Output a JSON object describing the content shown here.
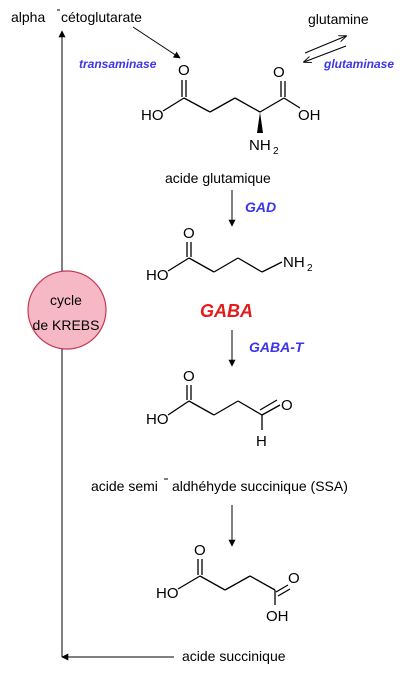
{
  "labels": {
    "alpha_ketoglutarate_main": "alpha",
    "alpha_ketoglutarate_rest": "cétoglutarate",
    "glutamine": "glutamine",
    "transaminase": "transaminase",
    "glutaminase": "glutaminase",
    "glutamic_acid": "acide glutamique",
    "gad": "GAD",
    "gaba": "GABA",
    "gaba_t": "GABA-T",
    "ssa_part1": "acide semi",
    "ssa_part2": "aldhéhyde succinique (SSA)",
    "succinic_acid": "acide succinique",
    "krebs_line1": "cycle",
    "krebs_line2": "de KREBS"
  },
  "atoms": {
    "O": "O",
    "HO": "HO",
    "OH": "OH",
    "NH": "NH",
    "NH2_sub": "2",
    "H": "H"
  },
  "colors": {
    "enzyme": "#3d35e8",
    "gaba": "#e31b1b",
    "krebs_fill": "#f7b8c6",
    "krebs_stroke": "#c23b55"
  }
}
